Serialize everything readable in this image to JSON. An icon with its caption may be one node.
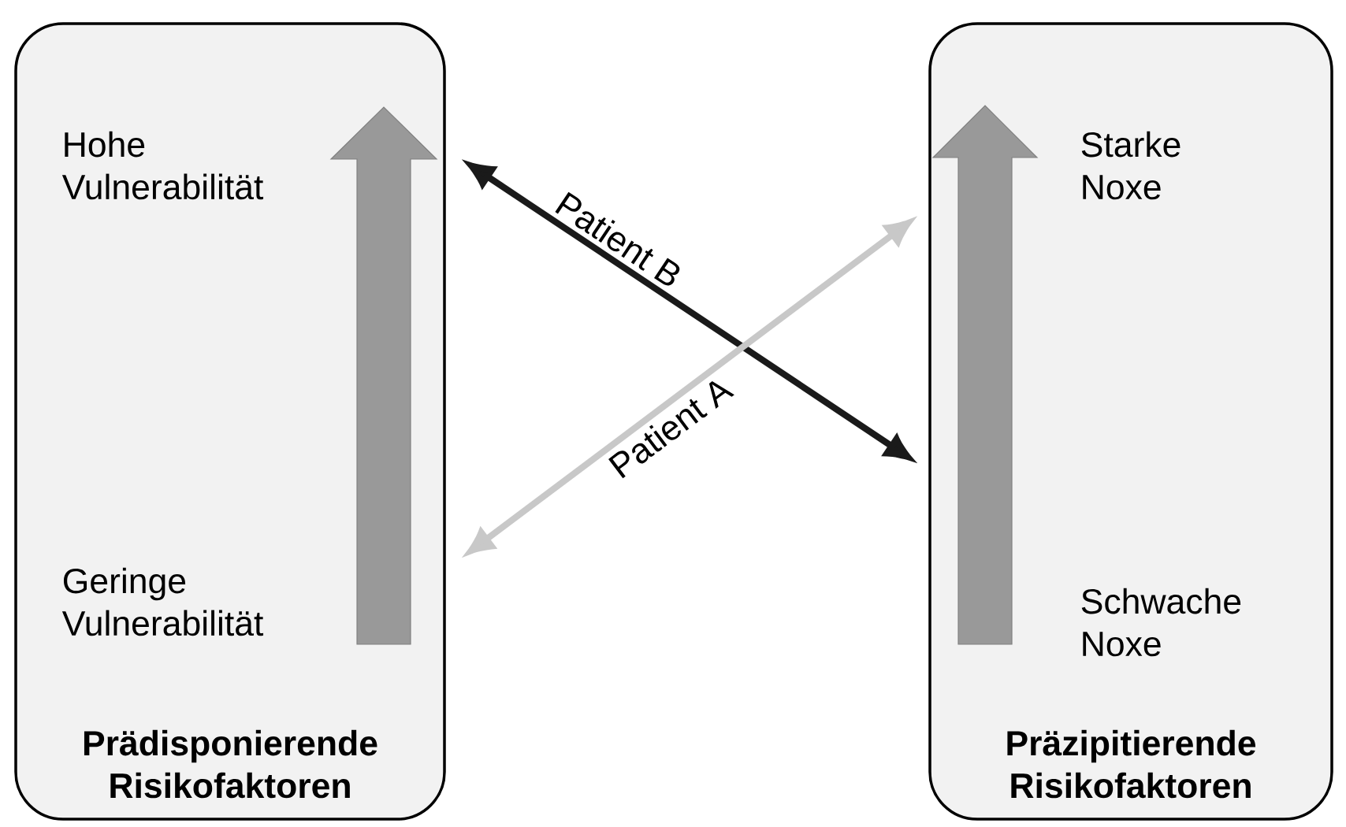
{
  "diagram": {
    "nodes": [
      {
        "text": [
          "Prädisponierende Risikofaktoren"
        ]
      },
      {
        "text": [
          "Hohe Vulnerabilität"
        ],
        "in": 0
      },
      {
        "text": [
          "Geringe Vulnerabilität"
        ],
        "in": 0
      },
      {
        "text": [
          "Präzipitierende Risikofaktoren"
        ]
      },
      {
        "text": [
          "Starke Noxe"
        ],
        "in": 3
      },
      {
        "text": [
          "Schwache Noxe"
        ],
        "in": 3
      }
    ],
    "edges": [
      {
        "from": 0,
        "to": 3,
        "arrow": "both",
        "label": "Patient B",
        "color": "#1a1a1a"
      },
      {
        "from": 0,
        "to": 3,
        "arrow": "both",
        "label": "Patient A",
        "color": "#c8c8c8"
      }
    ]
  }
}
